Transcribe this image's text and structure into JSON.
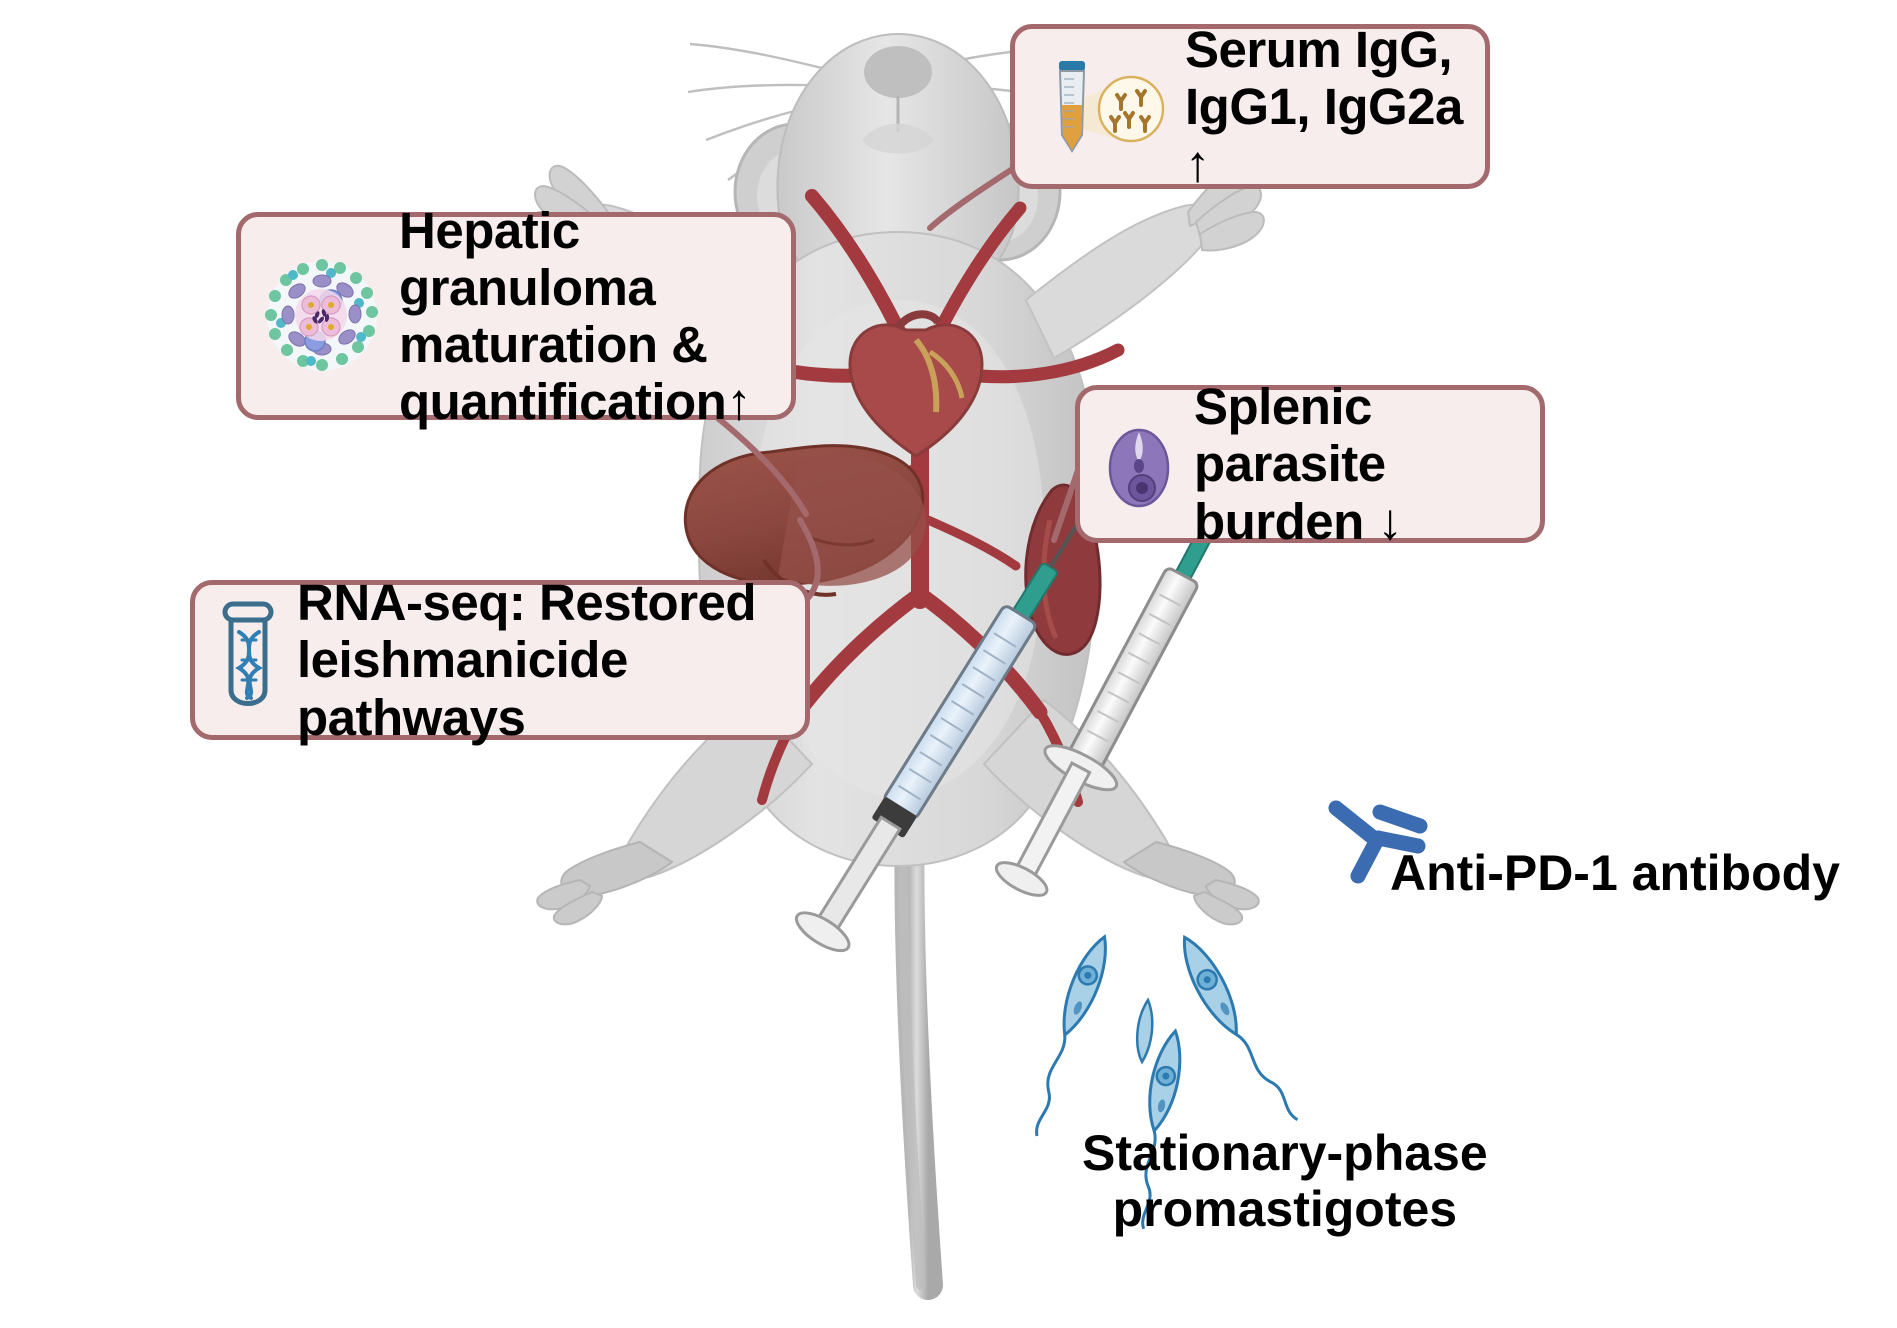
{
  "figure": {
    "type": "graphical-abstract",
    "subject": "mouse-model-visceral-leishmaniasis",
    "background_color": "#ffffff",
    "callout_fill": "#f6edec",
    "callout_border": "#a4696c"
  },
  "callouts": [
    {
      "id": "serum-igg",
      "icon": "serum-tube-antibody-icon",
      "text": "Serum IgG,\nIgG1, IgG2a  ↑"
    },
    {
      "id": "hepatic-granuloma",
      "icon": "granuloma-cluster-icon",
      "text": "Hepatic granuloma\nmaturation &\nquantification↑"
    },
    {
      "id": "splenic-burden",
      "icon": "amastigote-cell-icon",
      "text": "Splenic parasite\nburden ↓"
    },
    {
      "id": "rna-seq",
      "icon": "dna-test-tube-icon",
      "text": "RNA-seq: Restored\nleishmanicide pathways"
    }
  ],
  "labels": {
    "antibody": "Anti-PD-1 antibody",
    "promastigotes": "Stationary-phase\npromastigotes"
  },
  "colors": {
    "antibody_blue": "#3b6bb0",
    "promastigote_blue": "#a8d0e6",
    "promastigote_outline": "#2c7ab0",
    "dna_tube": "#3b6e8c",
    "mouse_body": "#d9d9d9",
    "vessel_red": "#a33a3f",
    "liver_brown": "#8e4a42",
    "spleen_red": "#8f3b3d",
    "heart_red": "#a84a4a",
    "granuloma_green": "#6ec6a0",
    "granuloma_purple": "#9b8fc7",
    "amastigote_purple": "#8e76bb",
    "tube_cap_blue": "#2a7aa8",
    "serum_orange": "#e0a040"
  }
}
